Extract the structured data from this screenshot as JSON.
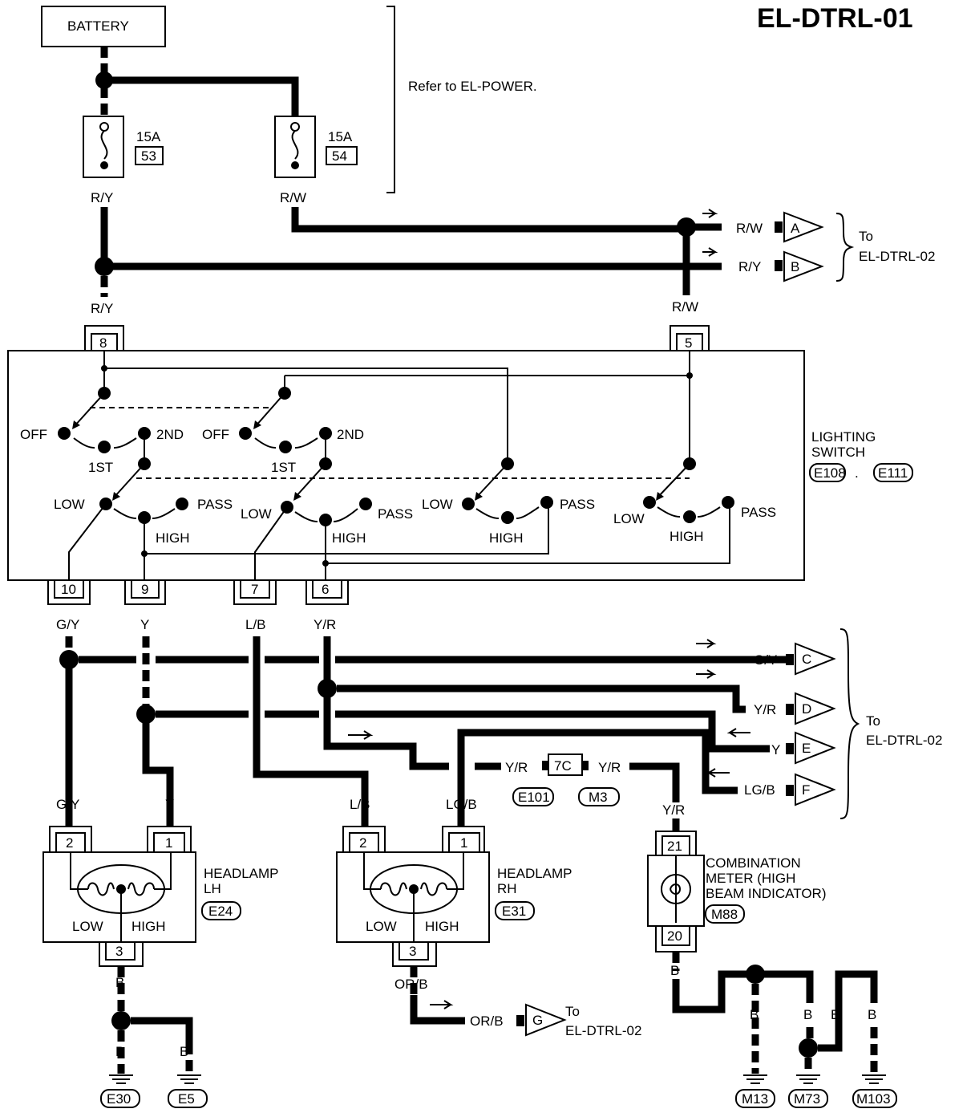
{
  "title": "EL-DTRL-01",
  "battery": "BATTERY",
  "refer_note": "Refer to EL-POWER.",
  "fuses": [
    {
      "rating": "15A",
      "number": "53"
    },
    {
      "rating": "15A",
      "number": "54"
    }
  ],
  "wires": {
    "ry_top": "R/Y",
    "rw_top": "R/W",
    "ry_mid": "R/Y",
    "rw_mid": "R/W",
    "out_a": "R/W",
    "out_b": "R/Y",
    "gy": "G/Y",
    "y": "Y",
    "lb": "L/B",
    "yr": "Y/R",
    "out_c": "G/Y",
    "out_d": "Y/R",
    "out_e": "Y",
    "out_f": "LG/B",
    "yr_left": "Y/R",
    "yr_right": "Y/R",
    "yr_meter": "Y/R",
    "gy_lh": "G/Y",
    "y_lh": "Y",
    "lb_rh": "L/B",
    "lgb_rh": "LG/B",
    "b_lh": "B",
    "b_e30": "B",
    "b_e5": "B",
    "orb": "OR/B",
    "orb_g": "OR/B",
    "b_meter": "B",
    "b_m13": "B",
    "b_m73": "B",
    "b_m103a": "B",
    "b_m103": "B"
  },
  "connectors_out": {
    "a": "A",
    "b": "B",
    "c": "C",
    "d": "D",
    "e": "E",
    "f": "F",
    "g": "G"
  },
  "refs": {
    "to1": "To",
    "to1b": "EL-DTRL-02",
    "to2": "To",
    "to2b": "EL-DTRL-02",
    "to3": "To",
    "to3b": "EL-DTRL-02"
  },
  "lighting_switch": {
    "label1": "LIGHTING",
    "label2": "SWITCH",
    "conn1": "E108",
    "sep": ".",
    "conn2": "E111",
    "terminals": {
      "t8": "8",
      "t5": "5",
      "t10": "10",
      "t9": "9",
      "t7": "7",
      "t6": "6"
    },
    "positions": {
      "off1": "OFF",
      "2nd1": "2ND",
      "1st1": "1ST",
      "off2": "OFF",
      "2nd2": "2ND",
      "1st2": "1ST",
      "low1": "LOW",
      "pass1": "PASS",
      "high1": "HIGH",
      "low2": "LOW",
      "pass2": "PASS",
      "high2": "HIGH",
      "low3": "LOW",
      "pass3": "PASS",
      "high3": "HIGH",
      "low4": "LOW",
      "pass4": "PASS",
      "high4": "HIGH"
    }
  },
  "joint": {
    "pin": "7C",
    "left": "E101",
    "right": "M3"
  },
  "headlamp_lh": {
    "label1": "HEADLAMP",
    "label2": "LH",
    "conn": "E24",
    "p2": "2",
    "p1": "1",
    "p3": "3",
    "low": "LOW",
    "high": "HIGH"
  },
  "headlamp_rh": {
    "label1": "HEADLAMP",
    "label2": "RH",
    "conn": "E31",
    "p2": "2",
    "p1": "1",
    "p3": "3",
    "low": "LOW",
    "high": "HIGH"
  },
  "meter": {
    "label1": "COMBINATION",
    "label2": "METER (HIGH",
    "label3": "BEAM INDICATOR)",
    "conn": "M88",
    "p21": "21",
    "p20": "20"
  },
  "grounds": {
    "e30": "E30",
    "e5": "E5",
    "m13": "M13",
    "m73": "M73",
    "m103": "M103"
  }
}
